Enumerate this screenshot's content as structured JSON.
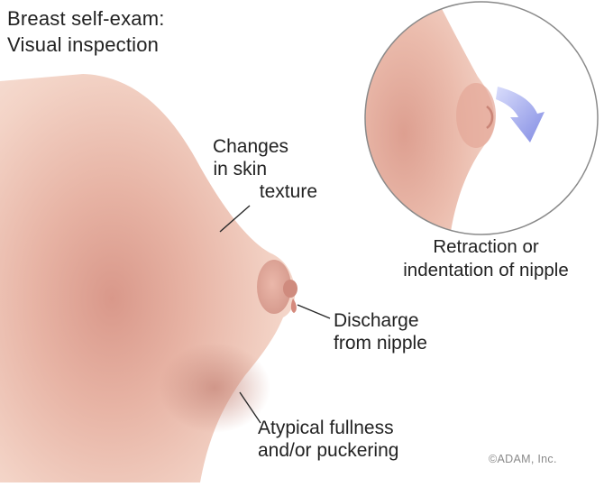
{
  "title": {
    "line1": "Breast self-exam:",
    "line2": "Visual inspection"
  },
  "labels": {
    "skin_texture": [
      "Changes",
      "in skin",
      "texture"
    ],
    "retraction": [
      "Retraction or",
      "indentation of nipple"
    ],
    "discharge": [
      "Discharge",
      "from nipple"
    ],
    "fullness": [
      "Atypical fullness",
      "and/or puckering"
    ]
  },
  "copyright": "©ADAM, Inc.",
  "colors": {
    "skin_light": "#f2d0c2",
    "skin_mid": "#e3a999",
    "skin_shadow": "#c9877a",
    "nipple": "#d58f83",
    "arrow": "#8a93e6",
    "text": "#222222"
  }
}
